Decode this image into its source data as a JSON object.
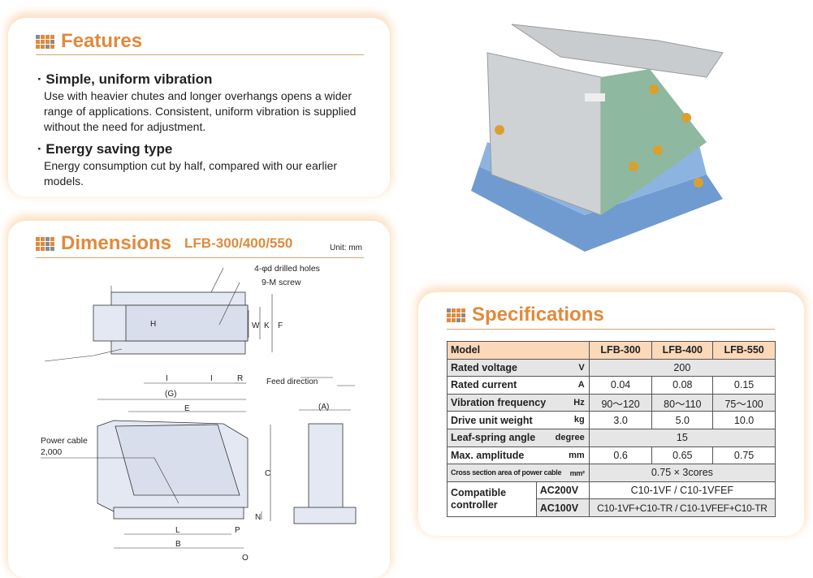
{
  "features": {
    "title": "Features",
    "items": [
      {
        "heading": "Simple, uniform vibration",
        "body": "Use with heavier chutes and longer overhangs opens a wider range of applications. Consistent, uniform vibration is supplied without the need for adjustment."
      },
      {
        "heading": "Energy saving type",
        "body": "Energy consumption cut by half, compared with our earlier models."
      }
    ]
  },
  "dimensions": {
    "title": "Dimensions",
    "models": "LFB-300/400/550",
    "unit": "Unit: mm",
    "labels": {
      "holes": "4-φd drilled holes",
      "screw": "9-M screw",
      "H": "H",
      "W": "W",
      "K": "K",
      "F": "F",
      "I1": "I",
      "I2": "I",
      "R": "R",
      "feed": "Feed direction",
      "G": "(G)",
      "E": "E",
      "A": "(A)",
      "cable1": "Power cable",
      "cable2": "2,000",
      "C": "C",
      "N": "N",
      "L": "L",
      "P": "P",
      "B": "B",
      "O": "O"
    }
  },
  "specs": {
    "title": "Specifications",
    "header": [
      "Model",
      "LFB-300",
      "LFB-400",
      "LFB-550"
    ],
    "rows": [
      {
        "label": "Rated voltage",
        "unit": "V",
        "span": "200"
      },
      {
        "label": "Rated current",
        "unit": "A",
        "values": [
          "0.04",
          "0.08",
          "0.15"
        ]
      },
      {
        "label": "Vibration frequency",
        "unit": "Hz",
        "values": [
          "90〜120",
          "80〜110",
          "75〜100"
        ]
      },
      {
        "label": "Drive unit weight",
        "unit": "kg",
        "values": [
          "3.0",
          "5.0",
          "10.0"
        ]
      },
      {
        "label": "Leaf-spring angle",
        "unit": "degree",
        "span": "15"
      },
      {
        "label": "Max. amplitude",
        "unit": "mm",
        "values": [
          "0.6",
          "0.65",
          "0.75"
        ]
      },
      {
        "label": "Cross section area of power cable",
        "unit": "mm²",
        "span": "0.75 × 3cores"
      }
    ],
    "controller": {
      "label": "Compatible controller",
      "ac200": "AC200V",
      "ac200_val": "C10-1VF / C10-1VFEF",
      "ac100": "AC100V",
      "ac100_val": "C10-1VF+C10-TR / C10-1VFEF+C10-TR"
    }
  },
  "colors": {
    "accent": "#e08a3c",
    "header_bg": "#fbd8b8",
    "row_gray": "#e6e6e6"
  }
}
